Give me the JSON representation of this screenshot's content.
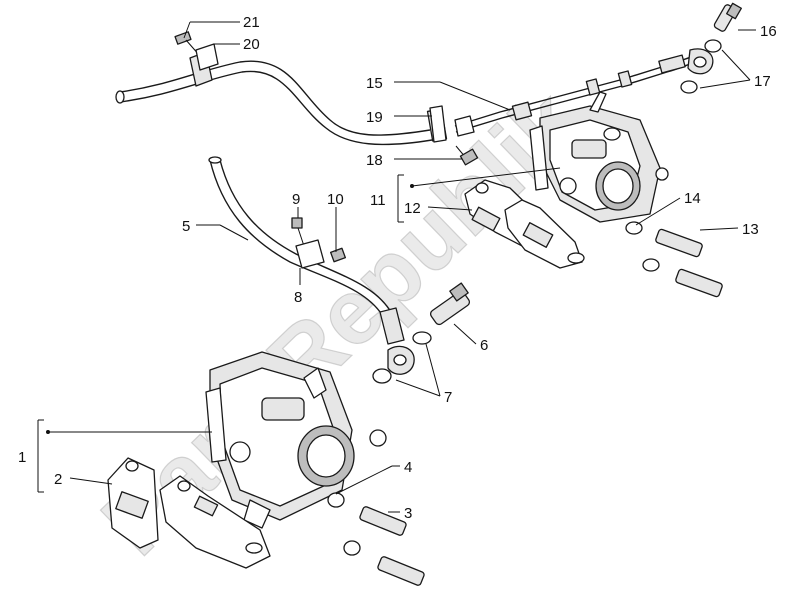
{
  "watermark": "PartsRepublik",
  "callouts": [
    "1",
    "2",
    "3",
    "4",
    "5",
    "6",
    "7",
    "8",
    "9",
    "10",
    "11",
    "12",
    "13",
    "14",
    "15",
    "16",
    "17",
    "18",
    "19",
    "20",
    "21"
  ]
}
